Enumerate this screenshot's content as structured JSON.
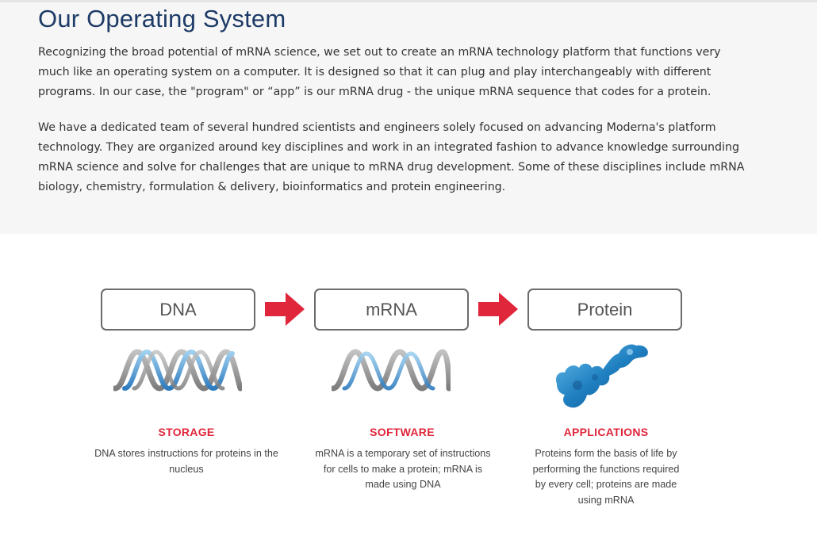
{
  "section": {
    "title": "Our Operating System",
    "paragraphs": [
      "Recognizing the broad potential of mRNA science, we set out to create an mRNA technology platform that functions very much like an operating system on a computer. It is designed so that it can plug and play interchangeably with different programs. In our case, the \"program\" or “app” is our mRNA drug - the unique mRNA sequence that codes for a protein.",
      "We have a dedicated team of several hundred scientists and engineers solely focused on advancing Moderna's platform technology. They are organized around key disciplines and work in an integrated fashion to advance knowledge surrounding mRNA science and solve for challenges that are unique to mRNA drug development. Some of these disciplines include mRNA biology, chemistry, formulation & delivery, bioinformatics and protein engineering."
    ]
  },
  "diagram": {
    "colors": {
      "arrow": "#e0263b",
      "label": "#e0263b",
      "strand_gray": "#9a9a9a",
      "strand_blue": "#3b86c6",
      "protein_blue": "#1f7fc0"
    },
    "steps": [
      {
        "box": "DNA",
        "icon": "dna-double-helix-icon",
        "label": "STORAGE",
        "description": "DNA stores instructions for proteins in the nucleus"
      },
      {
        "box": "mRNA",
        "icon": "mrna-single-strand-icon",
        "label": "SOFTWARE",
        "description": "mRNA is a temporary set of instructions for cells to make a protein; mRNA is made using DNA"
      },
      {
        "box": "Protein",
        "icon": "protein-molecule-icon",
        "label": "APPLICATIONS",
        "description": "Proteins form the basis of life by performing the functions required by every cell; proteins are made using mRNA"
      }
    ],
    "arrow_icon": "red-arrow-right-icon"
  }
}
